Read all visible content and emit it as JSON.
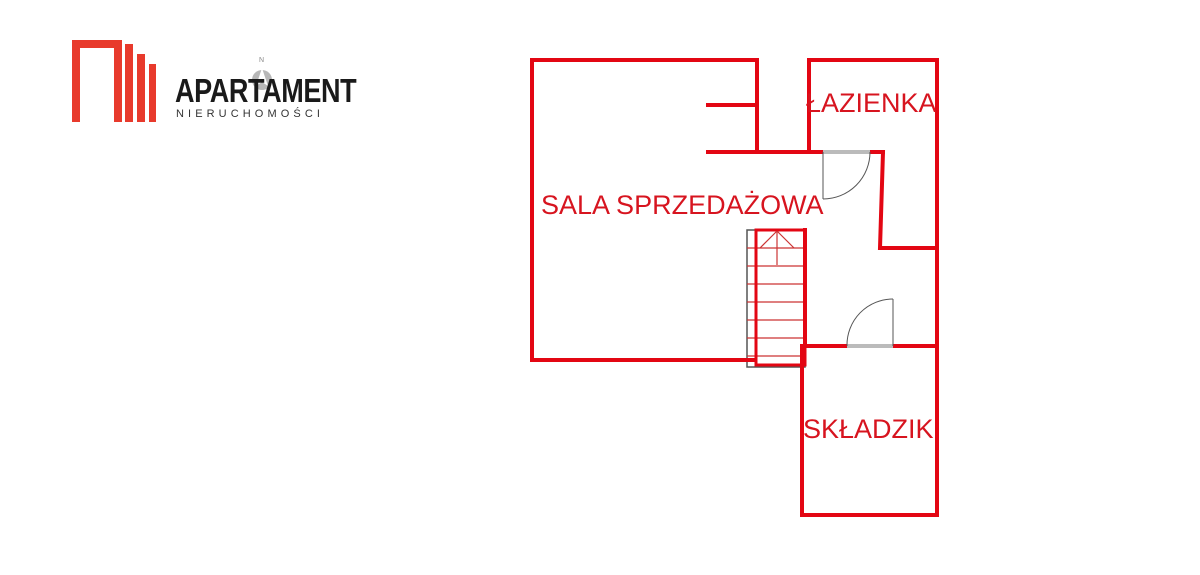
{
  "logo": {
    "brand": "APARTAMENT",
    "tagline": "NIERUCHOMOŚCI",
    "compass_letter": "N",
    "color": "#e83a2c"
  },
  "plan": {
    "wall_color": "#e30613",
    "rooms": [
      {
        "label": "SALA SPRZEDAŻOWA"
      },
      {
        "label": "ŁAZIENKA"
      },
      {
        "label": "SKŁADZIK"
      }
    ]
  }
}
